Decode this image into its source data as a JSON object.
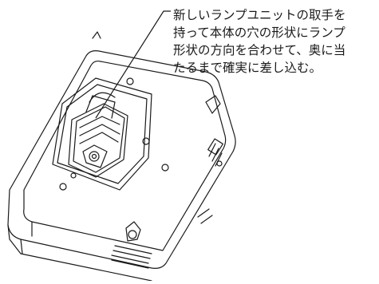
{
  "caption": {
    "lines": [
      "新しいランプユニットの取手を",
      "持って本体の穴の形状にランプ",
      "形状の方向を合わせて、奥に当",
      "たるまで確実に差し込む。"
    ]
  },
  "colors": {
    "line": "#1a1a1a",
    "panel": "#ffffff"
  },
  "icons": [
    "projector-bottom-illustration",
    "lamp-unit-illustration",
    "leader-line"
  ]
}
